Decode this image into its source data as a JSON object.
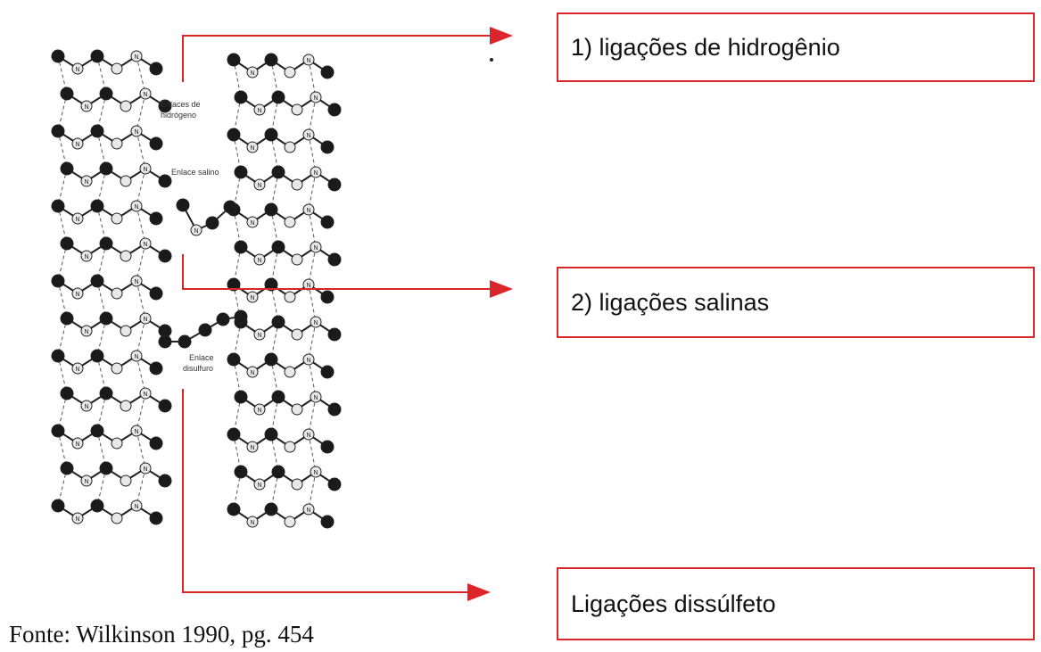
{
  "figure_labels": {
    "hydrogen": [
      "Enlaces de",
      "hidrógeno"
    ],
    "saline": "Enlace salino",
    "disulfide": [
      "Enlace",
      "disulfuro"
    ]
  },
  "boxes": [
    {
      "label": "1) ligações de hidrogênio"
    },
    {
      "label": "2) ligações salinas"
    },
    {
      "label": "Ligações dissúlfeto"
    }
  ],
  "atom_glyph": "N",
  "caption": "Fonte: Wilkinson 1990, pg. 454",
  "colors": {
    "accent": "#d9262b",
    "atom_dark": "#1a1a1a",
    "atom_light": "#e8e8e8"
  }
}
